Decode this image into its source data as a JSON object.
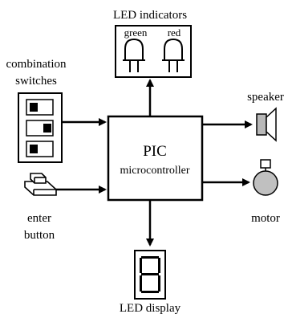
{
  "diagram": {
    "center_block": {
      "line1": "PIC",
      "line2": "microcontroller"
    },
    "led_indicators": {
      "title": "LED indicators",
      "green": "green",
      "red": "red"
    },
    "inputs": {
      "switches": {
        "line1": "combination",
        "line2": "switches"
      },
      "button": {
        "line1": "enter",
        "line2": "button"
      }
    },
    "outputs": {
      "speaker": "speaker",
      "motor": "motor",
      "display": "LED display"
    }
  }
}
